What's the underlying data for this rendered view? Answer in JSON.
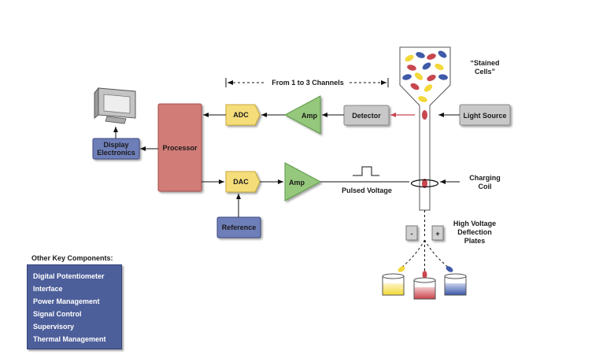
{
  "diagram": {
    "channels_label": "From 1 to 3 Channels",
    "stained_cells_label": [
      "“Stained",
      "Cells”"
    ],
    "blocks": {
      "adc": "ADC",
      "amp_top": "Amp",
      "detector": "Detector",
      "light_source": "Light Source",
      "processor": "Processor",
      "display_electronics": [
        "Display",
        "Electronics"
      ],
      "dac": "DAC",
      "amp_bottom": "Amp",
      "reference": "Reference"
    },
    "pulsed_voltage_label": "Pulsed Voltage",
    "charging_coil_label": [
      "Charging",
      "Coil"
    ],
    "deflection_label": [
      "High Voltage",
      "Deflection",
      "Plates"
    ],
    "plate_minus": "-",
    "plate_plus": "+",
    "colors": {
      "processor": "#d17b77",
      "converter": "#f5dd7a",
      "amp": "#95c77c",
      "gray_block": "#c8c8c8",
      "blue_block": "#6e7eb8",
      "cell_red": "#c9464f",
      "cell_blue": "#3f5aa8",
      "cell_yellow": "#f2d83a"
    }
  },
  "key_components": {
    "title": "Other Key Components:",
    "items": [
      "Digital Potentiometer",
      "Interface",
      "Power Management",
      "Signal Control",
      "Supervisory",
      "Thermal Management"
    ]
  }
}
